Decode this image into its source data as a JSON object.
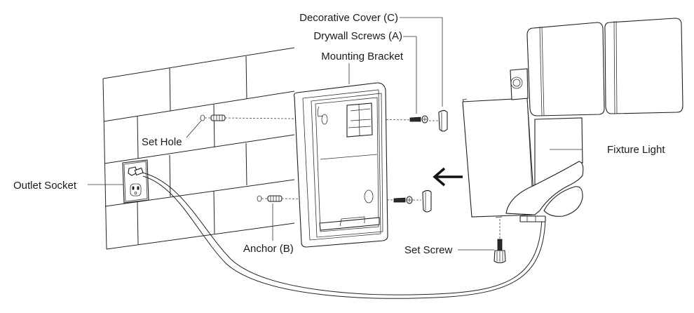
{
  "diagram": {
    "type": "exploded installation diagram",
    "labels": {
      "decorative_cover": "Decorative Cover (C)",
      "drywall_screws": "Drywall Screws (A)",
      "mounting_bracket": "Mounting Bracket",
      "set_hole": "Set Hole",
      "outlet_socket": "Outlet Socket",
      "fixture_light": "Fixture Light",
      "anchor": "Anchor (B)",
      "set_screw": "Set Screw"
    },
    "direction_arrow": "left",
    "colors": {
      "line": "#222222",
      "background": "#ffffff"
    }
  }
}
